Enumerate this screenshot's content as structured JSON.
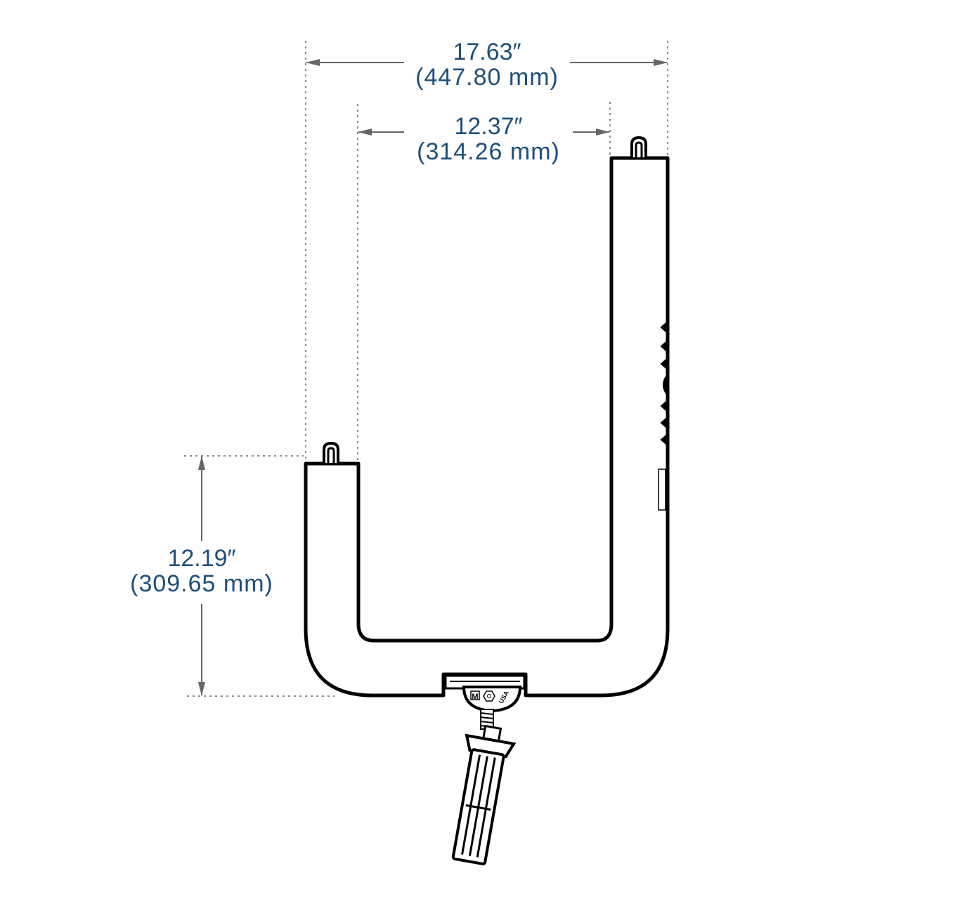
{
  "dimensions": {
    "overall_width": {
      "inches": "17.63″",
      "mm": "(447.80 mm)"
    },
    "inner_width": {
      "inches": "12.37″",
      "mm": "(314.26 mm)"
    },
    "height": {
      "inches": "12.19″",
      "mm": "(309.65 mm)"
    }
  },
  "badge": {
    "left_mark": "M",
    "right_mark": "USA"
  },
  "colors": {
    "dimension_text": "#1f4e79",
    "dimension_line": "#666666",
    "outline": "#000000"
  }
}
